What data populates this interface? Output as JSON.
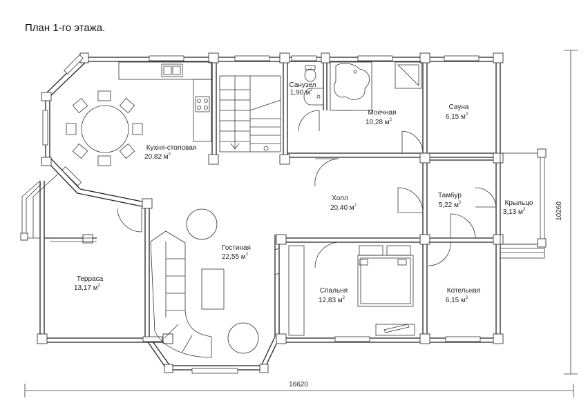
{
  "title": "План 1-го этажа.",
  "area_unit": "м",
  "area_unit_power": "2",
  "dimensions": {
    "width": "16620",
    "height": "10260"
  },
  "rooms": [
    {
      "id": "kitchen",
      "name": "Кухня-столовая",
      "area": "20,82"
    },
    {
      "id": "bathroom",
      "name": "Санузел",
      "area": "1,90"
    },
    {
      "id": "washroom",
      "name": "Моечная",
      "area": "10,28"
    },
    {
      "id": "sauna",
      "name": "Сауна",
      "area": "6,15"
    },
    {
      "id": "hall",
      "name": "Холл",
      "area": "20,40"
    },
    {
      "id": "vestibule",
      "name": "Тамбур",
      "area": "5,22"
    },
    {
      "id": "porch",
      "name": "Крыльцо",
      "area": "3,13"
    },
    {
      "id": "living",
      "name": "Гостиная",
      "area": "22,55"
    },
    {
      "id": "terrace",
      "name": "Терраса",
      "area": "13,17"
    },
    {
      "id": "bedroom",
      "name": "Спальня",
      "area": "12,83"
    },
    {
      "id": "boiler",
      "name": "Котельная",
      "area": "6,15"
    }
  ]
}
